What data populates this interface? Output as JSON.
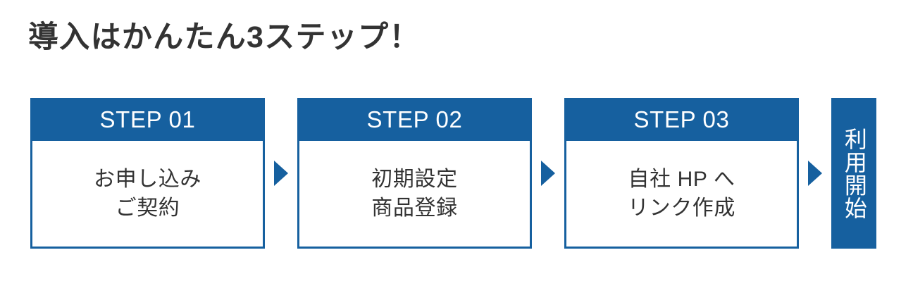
{
  "heading": "導入はかんたん3ステップ！",
  "colors": {
    "brand_blue": "#16609f",
    "text_dark": "#333333",
    "background": "#ffffff"
  },
  "steps": [
    {
      "header": "STEP 01",
      "line1": "お申し込み",
      "line2": "ご契約"
    },
    {
      "header": "STEP 02",
      "line1": "初期設定",
      "line2": "商品登録"
    },
    {
      "header": "STEP 03",
      "line1": "自社 HP へ",
      "line2": "リンク作成"
    }
  ],
  "arrows": [
    {
      "icon": "triangle-right-icon"
    },
    {
      "icon": "triangle-right-icon"
    },
    {
      "icon": "triangle-right-icon"
    }
  ],
  "final_badge": {
    "label": "利用開始"
  }
}
